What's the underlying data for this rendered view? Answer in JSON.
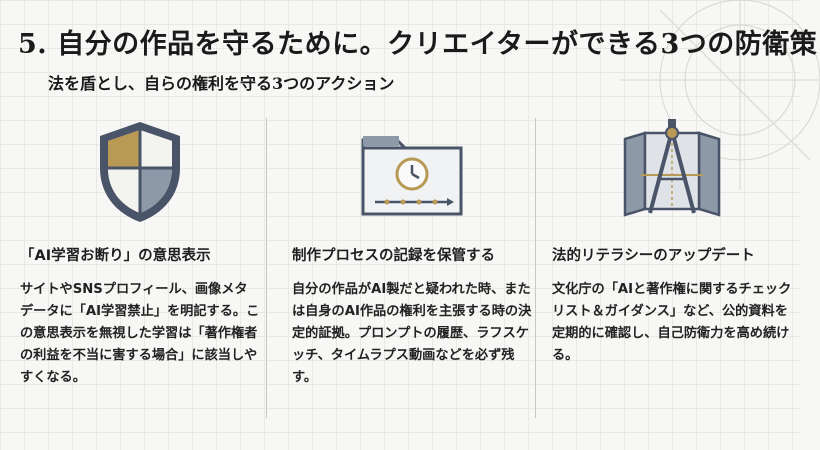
{
  "header": {
    "title": "5. 自分の作品を守るために。クリエイターができる3つの防衛策",
    "subtitle": "法を盾とし、自らの権利を守る3つのアクション"
  },
  "columns": [
    {
      "icon": "shield-icon",
      "heading": "「AI学習お断り」の意思表示",
      "body": "サイトやSNSプロフィール、画像メタデータに「AI学習禁止」を明記する。この意思表示を無視した学習は「著作権者の利益を不当に害する場合」に該当しやすくなる。"
    },
    {
      "icon": "folder-clock-icon",
      "heading": "制作プロセスの記録を保管する",
      "body": "自分の作品がAI製だと疑われた時、または自身のAI作品の権利を主張する時の決定的証拠。プロンプトの履歴、ラフスケッチ、タイムラプス動画などを必ず残す。"
    },
    {
      "icon": "compass-blueprint-icon",
      "heading": "法的リテラシーのアップデート",
      "body": "文化庁の「AIと著作権に関するチェックリスト＆ガイダンス」など、公的資料を定期的に確認し、自己防衛力を高め続ける。"
    }
  ],
  "colors": {
    "navy": "#4a5468",
    "gold": "#b89a55",
    "slate": "#8e99a8",
    "light": "#dfe3e8"
  }
}
